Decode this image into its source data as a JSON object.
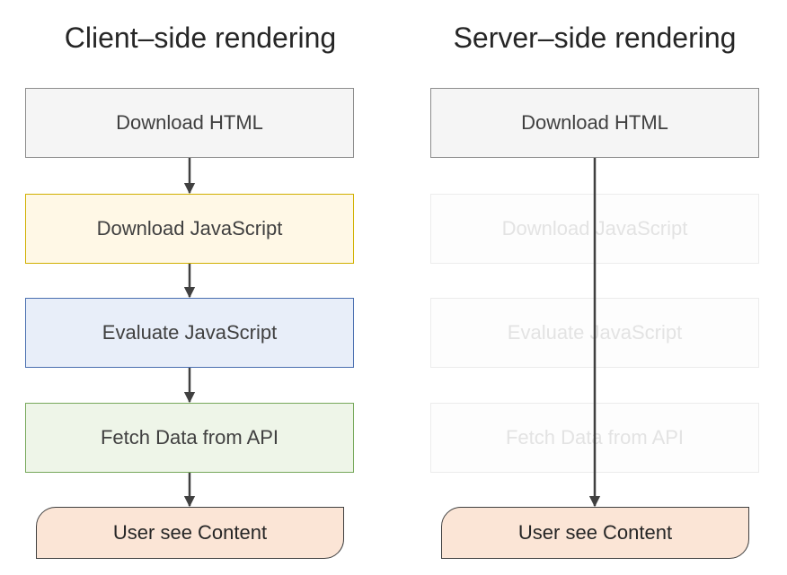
{
  "client": {
    "title": "Client–side rendering",
    "steps": [
      "Download HTML",
      "Download JavaScript",
      "Evaluate JavaScript",
      "Fetch Data from API"
    ],
    "result": "User see Content"
  },
  "server": {
    "title": "Server–side rendering",
    "steps": [
      "Download HTML",
      "Download JavaScript",
      "Evaluate JavaScript",
      "Fetch Data from API"
    ],
    "result": "User see Content"
  },
  "colors": {
    "neutral": "#f5f5f5",
    "javascript_download": "#fff8e6",
    "javascript_evaluate": "#e8eef9",
    "api_fetch": "#eef5e8",
    "content": "#fbe5d6",
    "arrow": "#404040"
  }
}
